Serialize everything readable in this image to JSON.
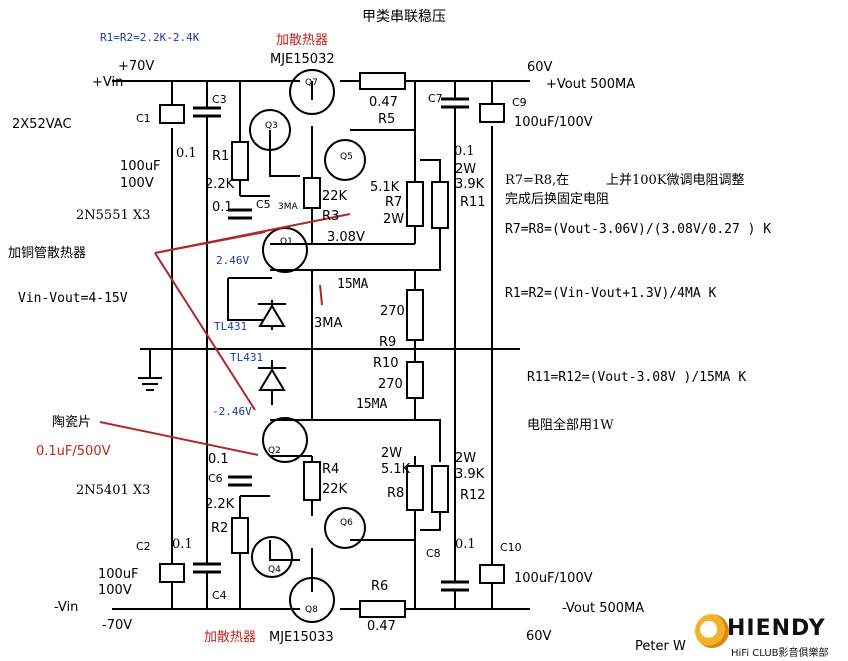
{
  "title": "甲类串联稳压",
  "header_left": "R1=R2=2.2K-2.4K",
  "heatsink_top": "加散热器",
  "q7_part": "MJE15032",
  "heatsink_bottom": "加散热器",
  "q8_part": "MJE15033",
  "vin_pos": "+Vin",
  "v70_pos": "+70V",
  "vin_neg": "-Vin",
  "v70_neg": "-70V",
  "ac_input": "2X52VAC",
  "vout_pos_volt": "60V",
  "vout_pos_label": "+Vout 500MA",
  "vout_neg_label": "-Vout 500MA",
  "vout_neg_volt": "60V",
  "labels": {
    "c1": "C1",
    "c2": "C2",
    "c3": "C3",
    "c4": "C4",
    "c5": "C5",
    "c6": "C6",
    "c7": "C7",
    "c8": "C8",
    "c9": "C9",
    "c10": "C10",
    "c1_val": "100uF",
    "c1_volt": "100V",
    "c2_val": "100uF",
    "c2_volt": "100V",
    "c3_val": "0.1",
    "c4_val": "0.1",
    "c5_val": "0.1",
    "c6_val": "0.1",
    "c7_val": "0.1",
    "c8_val": "0.1",
    "c9_val": "100uF/100V",
    "c10_val": "100uF/100V",
    "r1": "R1",
    "r1_val": "2.2K",
    "r2": "R2",
    "r2_val": "2.2K",
    "r3": "R3",
    "r3_val": "22K",
    "r4": "R4",
    "r4_val": "22K",
    "r5": "R5",
    "r5_val": "0.47",
    "r6": "R6",
    "r6_val": "0.47",
    "r7": "R7",
    "r7_val": "5.1K",
    "r7_pwr": "2W",
    "r8": "R8",
    "r8_val": "5.1K",
    "r8_pwr": "2W",
    "r9": "R9",
    "r9_val": "270",
    "r10": "R10",
    "r10_val": "270",
    "r11": "R11",
    "r11_val": "3.9K",
    "r11_pwr": "2W",
    "r12": "R12",
    "r12_val": "3.9K",
    "r12_pwr": "2W",
    "q1": "Q1",
    "q2": "Q2",
    "q3": "Q3",
    "q4": "Q4",
    "q5": "Q5",
    "q6": "Q6",
    "q7": "Q7",
    "q8": "Q8",
    "npn_set": "2N5551 X3",
    "pnp_set": "2N5401 X3",
    "copper_heatsink": "加铜管散热器",
    "vin_vout": "Vin-Vout=4-15V",
    "ceramic": "陶瓷片",
    "ceramic_val": "0.1uF/500V",
    "tl431_top": "TL431",
    "tl431_bottom": "TL431",
    "v246_pos": "2.46V",
    "v246_neg": "-2.46V",
    "v308": "3.08V",
    "ma3_top": "3MA",
    "ma3_small": "3MA",
    "ma15_top": "15MA",
    "ma15_bottom": "15MA"
  },
  "notes": {
    "r7r8_adjust_a": "R7=R8,在",
    "r7r8_adjust_b": "上并100K微调电阻调整",
    "r7r8_adjust_c": "完成后换固定电阻",
    "r7r8_formula": "R7=R8=(Vout-3.06V)/(3.08V/0.27 )  K",
    "r1r2_formula": "R1=R2=(Vin-Vout+1.3V)/4MA   K",
    "r11r12_formula": "R11=R12=(Vout-3.08V )/15MA  K",
    "resistor_note": "电阻全部用1W"
  },
  "footer_author": "Peter W",
  "logo": {
    "word": "HIENDY",
    "sub": "HiFi CLUB影音俱樂部"
  },
  "colors": {
    "ink": "#000000",
    "blue": "#1f3a93",
    "red": "#c0251b",
    "wire_red": "#b0282e",
    "logo_gold": "#e5a024"
  }
}
